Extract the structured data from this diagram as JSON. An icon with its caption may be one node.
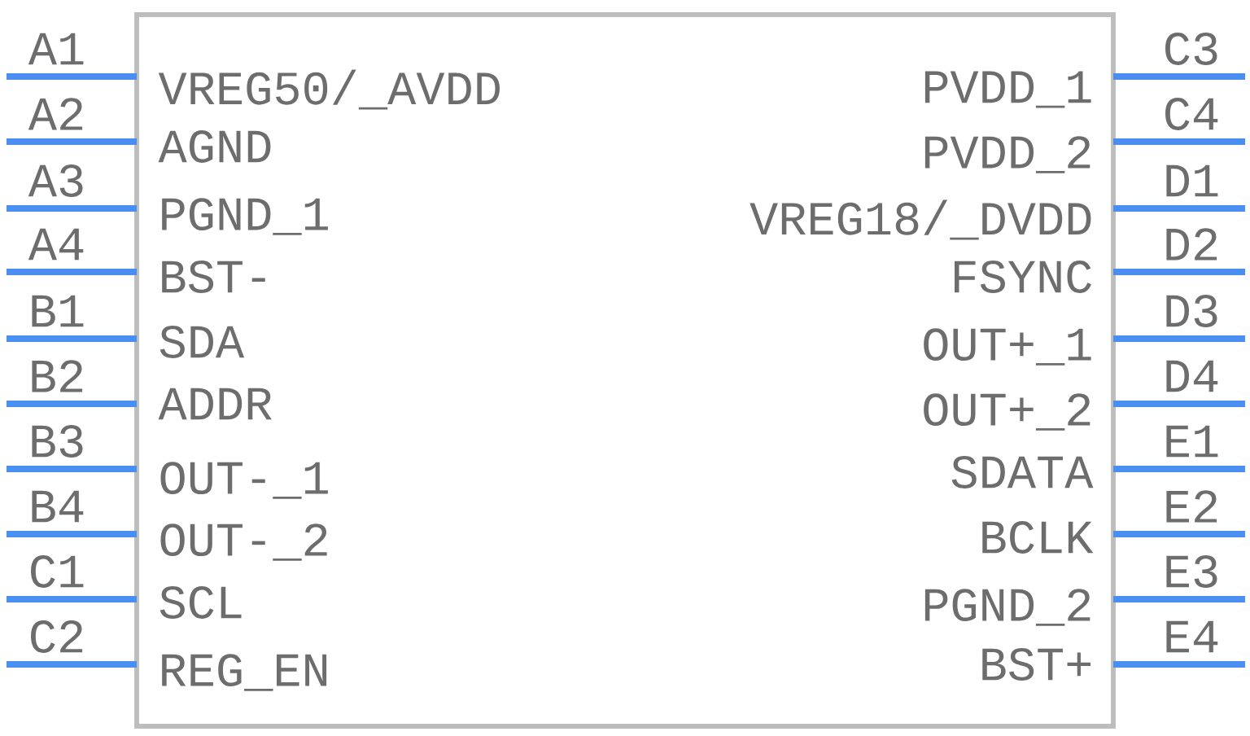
{
  "diagram": {
    "labels": [
      "A1",
      "A2",
      "A3",
      "A4",
      "B1",
      "B2",
      "B3",
      "B4",
      "C1",
      "C2",
      "VREG50/_AVDD",
      "AGND",
      "PGND_1",
      "BST-",
      "SDA",
      "ADDR",
      "OUT-_1",
      "OUT-_2",
      "SCL",
      "REG_EN",
      "PVDD_1",
      "PVDD_2",
      "VREG18/_DVDD",
      "FSYNC",
      "OUT+_1",
      "OUT+_2",
      "SDATA",
      "BCLK",
      "PGND_2",
      "BST+",
      "C3",
      "C4",
      "D1",
      "D2",
      "D3",
      "D4",
      "E1",
      "E2",
      "E3",
      "E4"
    ]
  }
}
